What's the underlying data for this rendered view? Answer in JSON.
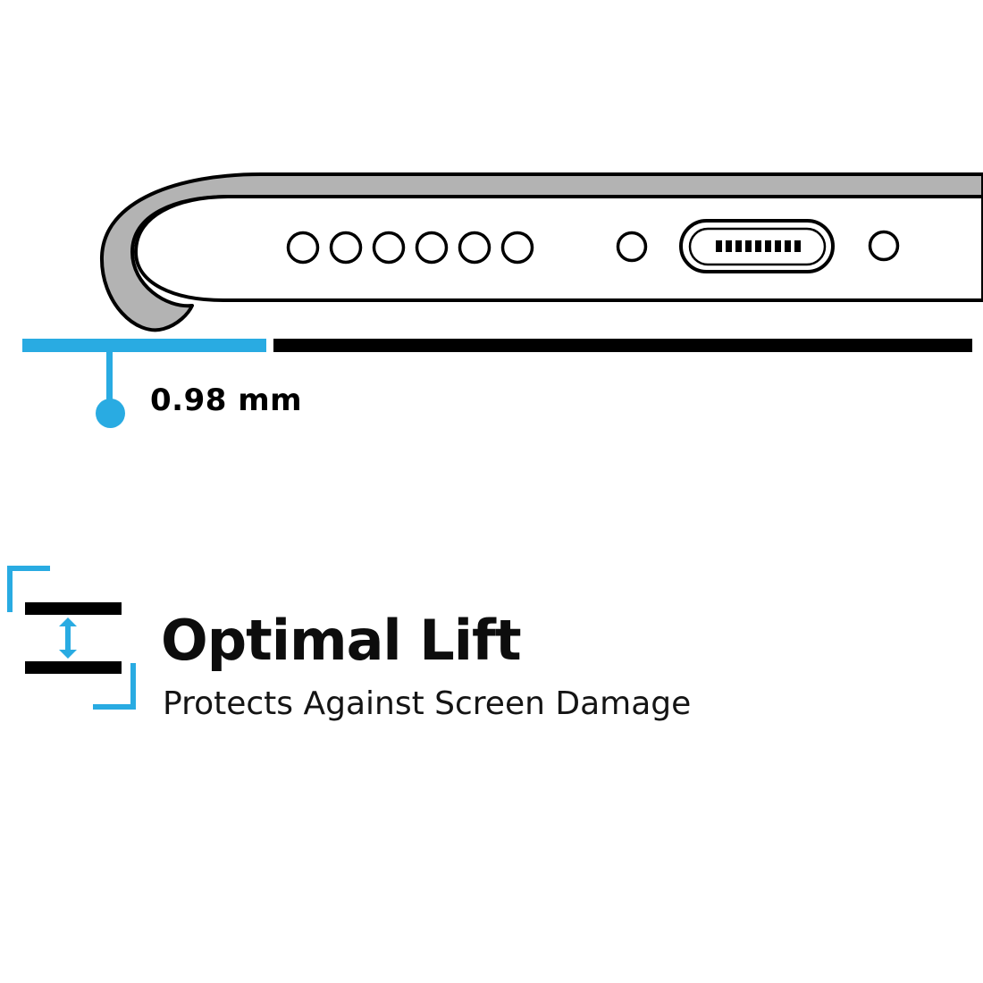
{
  "page": {
    "background_color": "#ffffff"
  },
  "illustration": {
    "name": "phone-bottom-edge-in-case-side-view",
    "case_color": "#b3b3b3",
    "body_color": "#ffffff",
    "outline_color": "#000000",
    "speaker_hole_count": 6
  },
  "ground": {
    "accent_segment_color": "#29abe2",
    "main_segment_color": "#000000"
  },
  "measurement": {
    "value": "0.98 mm",
    "marker_color": "#29abe2"
  },
  "feature": {
    "title": "Optimal Lift",
    "subtitle": "Protects Against Screen Damage",
    "icon": "lift-gap-icon",
    "accent_color": "#29abe2",
    "text_color": "#0d0d0d"
  }
}
